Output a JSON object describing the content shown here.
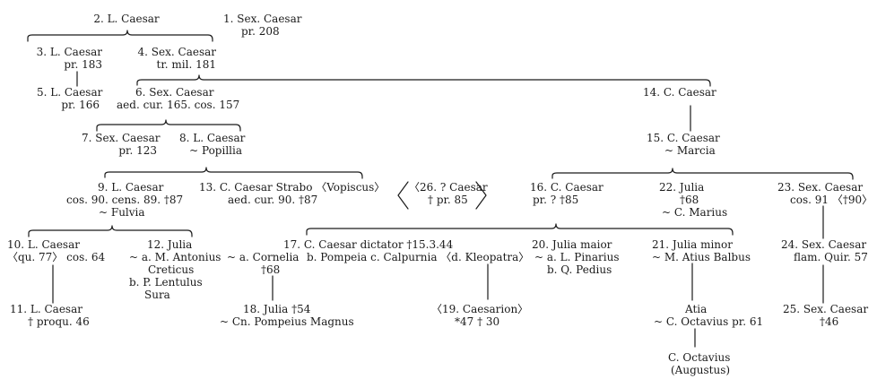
{
  "nodes": {
    "n1": [
      "1. Sex. Caesar",
      "pr. 208"
    ],
    "n2": [
      "2. L. Caesar"
    ],
    "n3": [
      "3. L. Caesar",
      "pr. 183"
    ],
    "n4": [
      "4. Sex. Caesar",
      "tr. mil. 181"
    ],
    "n5": [
      "5. L. Caesar",
      "pr. 166"
    ],
    "n6": [
      "6. Sex. Caesar",
      "aed. cur. 165. cos. 157"
    ],
    "n7": [
      "7. Sex. Caesar",
      "pr. 123"
    ],
    "n8": [
      "8. L. Caesar",
      "~ Popillia"
    ],
    "n9": [
      "9. L. Caesar",
      "cos. 90. cens. 89. †87",
      "~ Fulvia"
    ],
    "n10": [
      "10. L. Caesar",
      "〈qu. 77〉 cos. 64"
    ],
    "n11": [
      "11. L. Caesar",
      "† proqu. 46"
    ],
    "n12": [
      "12. Julia",
      "~ a. M. Antonius",
      "Creticus",
      "b. P. Lentulus",
      "Sura"
    ],
    "n13": [
      "13. C. Caesar Strabo 〈Vopiscus〉",
      "aed. cur. 90. †87"
    ],
    "n14": [
      "14. C. Caesar"
    ],
    "n15": [
      "15. C. Caesar",
      "~ Marcia"
    ],
    "n16": [
      "16. C. Caesar",
      "pr. ? †85"
    ],
    "n17a": [
      "17. C. Caesar dictator †15.3.44",
      "b. Pompeia   c. Calpurnia   〈d. Kleopatra〉"
    ],
    "n17b": [
      "~ a. Cornelia",
      "†68"
    ],
    "n18": [
      "18. Julia †54",
      "~ Cn. Pompeius Magnus"
    ],
    "n19": [
      "〈19. Caesarion〉",
      "*47 † 30"
    ],
    "n20": [
      "20. Julia maior",
      "~ a. L. Pinarius",
      "b. Q. Pedius"
    ],
    "n21": [
      "21. Julia minor",
      "~ M. Atius Balbus"
    ],
    "n22": [
      "22. Julia",
      "†68",
      "~ C. Marius"
    ],
    "n23": [
      "23. Sex. Caesar",
      "cos. 91 〈†90〉"
    ],
    "n24": [
      "24. Sex. Caesar",
      "flam. Quir. 57"
    ],
    "n25": [
      "25. Sex. Caesar",
      "†46"
    ],
    "n26": [
      "〈26. ? Caesar",
      "† pr. 85"
    ],
    "atia": [
      "Atia",
      "~ C. Octavius pr. 61"
    ],
    "aug": [
      "C. Octavius",
      "(Augustus)"
    ]
  }
}
